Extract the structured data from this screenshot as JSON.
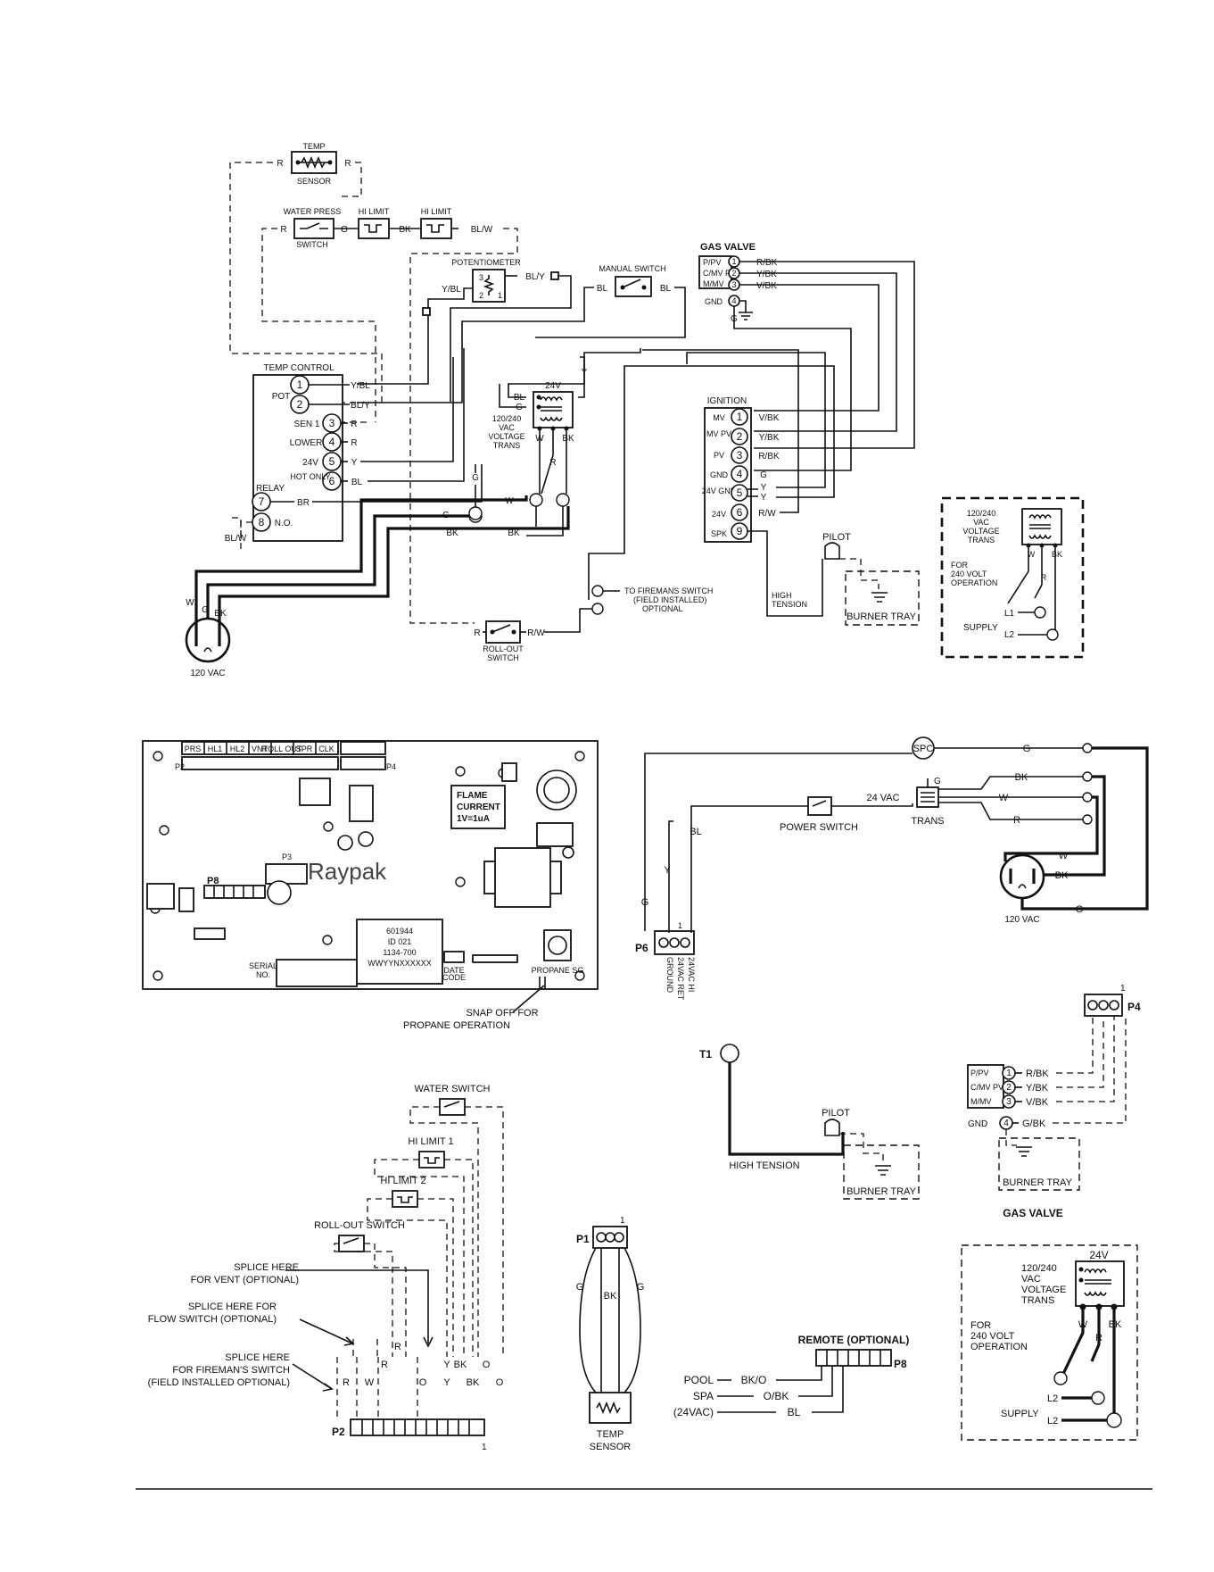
{
  "diagram1": {
    "temp_sensor": [
      "TEMP",
      "SENSOR"
    ],
    "water_press_switch": [
      "WATER PRESS",
      "SWITCH"
    ],
    "hi_limit": "HI LIMIT",
    "potentiometer": "POTENTIOMETER",
    "manual_switch": "MANUAL SWITCH",
    "gas_valve": "GAS VALVE",
    "gas_valve_terms": [
      "P/PV",
      "C/MV PV",
      "M/MV",
      "GND"
    ],
    "gas_valve_wires": [
      "R/BK",
      "Y/BK",
      "V/BK"
    ],
    "temp_control": "TEMP CONTROL",
    "tc_terms": [
      "POT",
      "SEN 1",
      "LOWER",
      "24V",
      "HOT ONLY",
      "RELAY",
      "N.O."
    ],
    "tc_wires": [
      "Y/BL",
      "BL/Y",
      "R",
      "R",
      "Y",
      "BL",
      "BR"
    ],
    "transformer": [
      "24V",
      "120/240",
      "VAC",
      "VOLTAGE",
      "TRANS"
    ],
    "ignition": "IGNITION",
    "ign_terms": [
      "MV",
      "MV PV",
      "PV",
      "GND",
      "24V GND",
      "24V",
      "SPK"
    ],
    "ign_wires": [
      "V/BK",
      "Y/BK",
      "R/BK",
      "G",
      "Y",
      "Y",
      "R/W"
    ],
    "pilot": "PILOT",
    "burner_tray": "BURNER TRAY",
    "high_tension": [
      "HIGH",
      "TENSION"
    ],
    "firemans_switch": [
      "TO FIREMANS SWITCH",
      "(FIELD INSTALLED)",
      "OPTIONAL"
    ],
    "rollout_switch": [
      "ROLL-OUT",
      "SWITCH"
    ],
    "plug": "120 VAC",
    "wire_labels": [
      "R",
      "O",
      "BK",
      "BL/W",
      "W",
      "G",
      "BK",
      "BL/Y",
      "BL",
      "Y",
      "R/W"
    ]
  },
  "inset_240v": {
    "trans": [
      "120/240",
      "VAC",
      "VOLTAGE",
      "TRANS"
    ],
    "note": [
      "FOR",
      "240 VOLT",
      "OPERATION"
    ],
    "supply": "SUPPLY",
    "terminals": [
      "L1",
      "L2"
    ],
    "wires": [
      "W",
      "R",
      "BK"
    ]
  },
  "board": {
    "brand": "Raypak",
    "headers": [
      "PRS",
      "HL1",
      "HL2",
      "VNT",
      "ROLL OUT",
      "SPR",
      "CLK"
    ],
    "label_p8": "P8",
    "flame_current": [
      "FLAME",
      "CURRENT",
      "1V=1uA"
    ],
    "id_block": [
      "601944",
      "ID 021",
      "1134-700",
      "WWYYNXXXXXX"
    ],
    "serial": [
      "SERIAL",
      "NO."
    ],
    "date_code": [
      "DATE",
      "CODE"
    ],
    "propane_sg": "PROPANE SG",
    "snap_off": [
      "SNAP OFF FOR",
      "PROPANE OPERATION"
    ]
  },
  "p6_diagram": {
    "spc": "SPC",
    "trans": "TRANS",
    "vac": "24 VAC",
    "power_switch": "POWER SWITCH",
    "plug": "120 VAC",
    "p6": "P6",
    "p6_pins": [
      "GROUND",
      "24VAC RET",
      "24VAC HI"
    ],
    "wires": [
      "G",
      "BK",
      "W",
      "R",
      "W",
      "BK",
      "G",
      "BL",
      "Y",
      "G"
    ]
  },
  "p2_diagram": {
    "water_switch": "WATER SWITCH",
    "hi_limit_1": "HI LIMIT 1",
    "hi_limit_2": "HI LIMIT 2",
    "rollout_switch": "ROLL-OUT SWITCH",
    "splice_vent": [
      "SPLICE HERE",
      "FOR VENT (OPTIONAL)"
    ],
    "splice_flow": [
      "SPLICE HERE FOR",
      "FLOW SWITCH (OPTIONAL)"
    ],
    "splice_fireman": [
      "SPLICE HERE",
      "FOR FIREMAN'S SWITCH",
      "(FIELD INSTALLED OPTIONAL)"
    ],
    "wires": [
      "R",
      "W",
      "R",
      "R",
      "O",
      "Y",
      "Y",
      "BK",
      "BK",
      "O",
      "O"
    ],
    "p2": "P2",
    "pin1": "1"
  },
  "p1_diagram": {
    "p1": "P1",
    "pin1": "1",
    "wires": [
      "G",
      "BK",
      "G"
    ],
    "sensor": [
      "TEMP",
      "SENSOR"
    ]
  },
  "t1_diagram": {
    "t1": "T1",
    "pilot": "PILOT",
    "high_tension": "HIGH TENSION",
    "burner_tray": "BURNER TRAY"
  },
  "p4_diagram": {
    "p4": "P4",
    "pin1": "1",
    "terms": [
      "P/PV",
      "C/MV PV",
      "M/MV",
      "GND"
    ],
    "wires": [
      "R/BK",
      "Y/BK",
      "V/BK",
      "G/BK"
    ],
    "burner_tray": "BURNER TRAY",
    "gas_valve": "GAS VALVE"
  },
  "remote": {
    "title": "REMOTE (OPTIONAL)",
    "p8": "P8",
    "rows": [
      "POOL",
      "SPA",
      "(24VAC)"
    ],
    "wires": [
      "BK/O",
      "O/BK",
      "BL"
    ]
  },
  "inset_240v_2": {
    "vac": "24V",
    "trans": [
      "120/240",
      "VAC",
      "VOLTAGE",
      "TRANS"
    ],
    "note": [
      "FOR",
      "240 VOLT",
      "OPERATION"
    ],
    "supply": "SUPPLY",
    "terminals": [
      "L2",
      "L2"
    ],
    "wires": [
      "W",
      "R",
      "BK"
    ]
  }
}
